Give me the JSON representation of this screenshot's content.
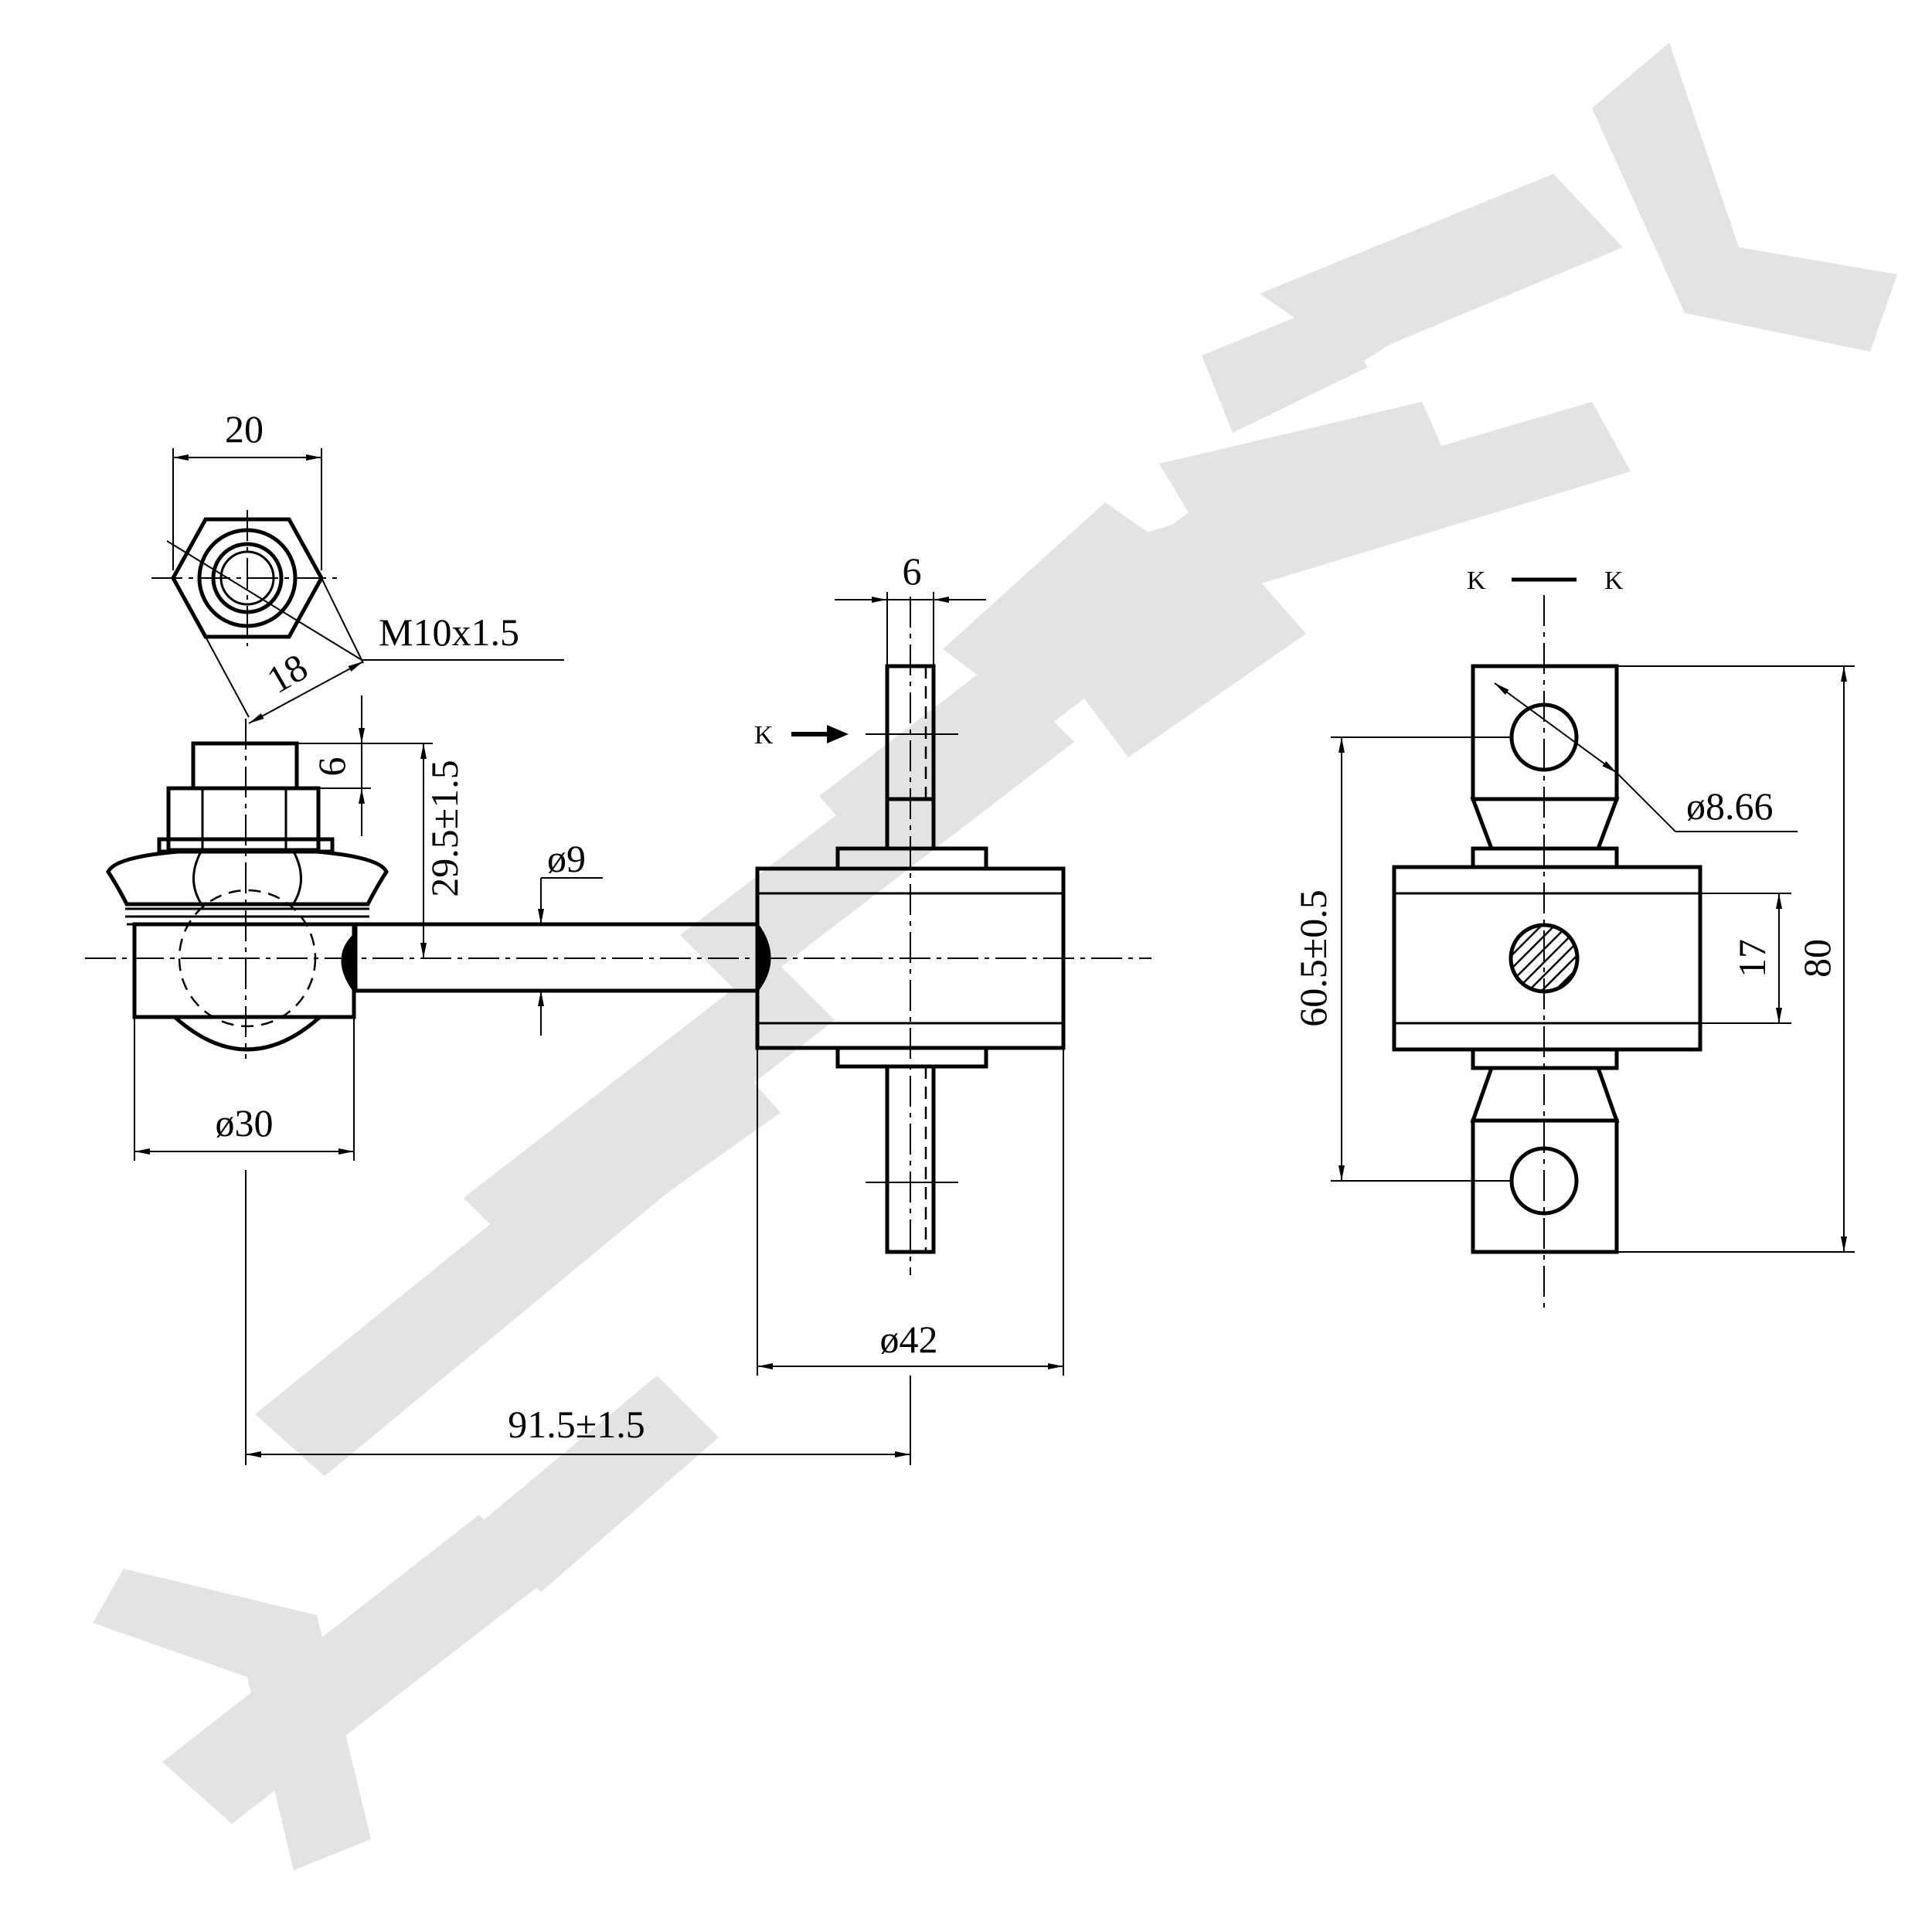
{
  "watermark": {
    "text": "ZENNEK",
    "color": "#e3e3e3"
  },
  "dimensions": {
    "nut_across_flats": "20",
    "nut_across_corners": "18",
    "thread": "M10x1.5",
    "stud_height": "6",
    "stud_to_axis": "29.5±1.5",
    "rod_diameter": "ø9",
    "ball_housing_diameter": "ø30",
    "plate_thickness": "6",
    "bushing_diameter": "ø42",
    "center_distance": "91.5±1.5",
    "hole_diameter": "ø8.66",
    "hole_spacing": "60.5±0.5",
    "bushing_width": "17",
    "overall_height": "80"
  },
  "view_labels": {
    "arrow_k": "K",
    "section_left": "K",
    "section_right": "K"
  }
}
